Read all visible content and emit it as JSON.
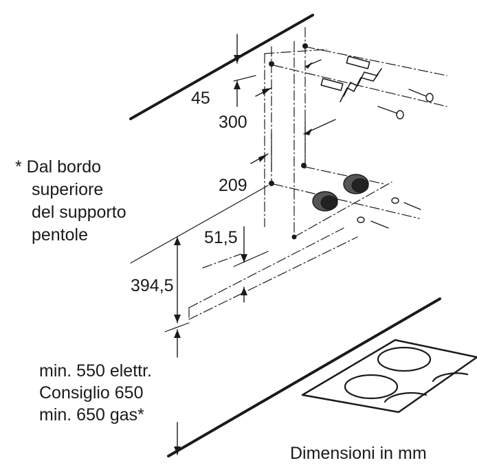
{
  "note_lines": [
    "* Dal bordo",
    "superiore",
    "del supporto",
    "pentole"
  ],
  "dimensions": {
    "d45": "45",
    "d300": "300",
    "d209": "209",
    "d51_5": "51,5",
    "d394_5": "394,5"
  },
  "min_lines": [
    "min. 550 elettr.",
    "Consiglio 650",
    "min. 650 gas*"
  ],
  "units_label": "Dimensioni in mm",
  "colors": {
    "ink": "#1a1a1a",
    "background": "#ffffff"
  }
}
